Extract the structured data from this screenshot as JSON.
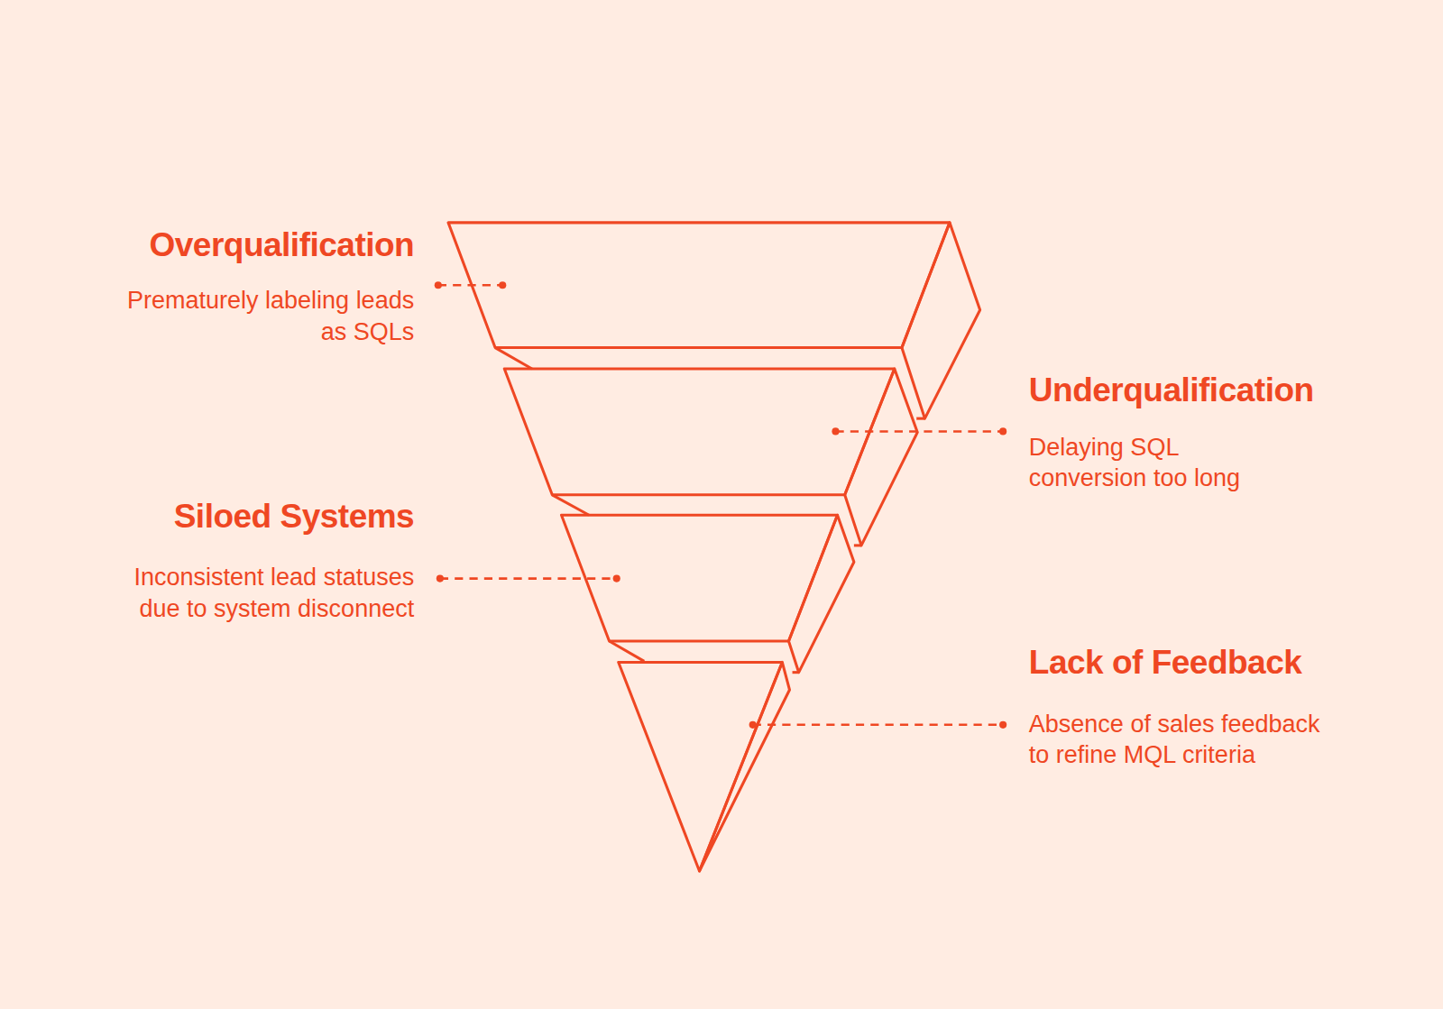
{
  "diagram": {
    "labels": [
      "Overqualification",
      "Prematurely labeling leads as SQLs",
      "Underqualification",
      "Delaying SQL conversion too long",
      "Siloed Systems",
      "Inconsistent lead statuses due to system disconnect",
      "Lack of Feedback",
      "Absence of sales feedback to refine MQL criteria"
    ]
  }
}
